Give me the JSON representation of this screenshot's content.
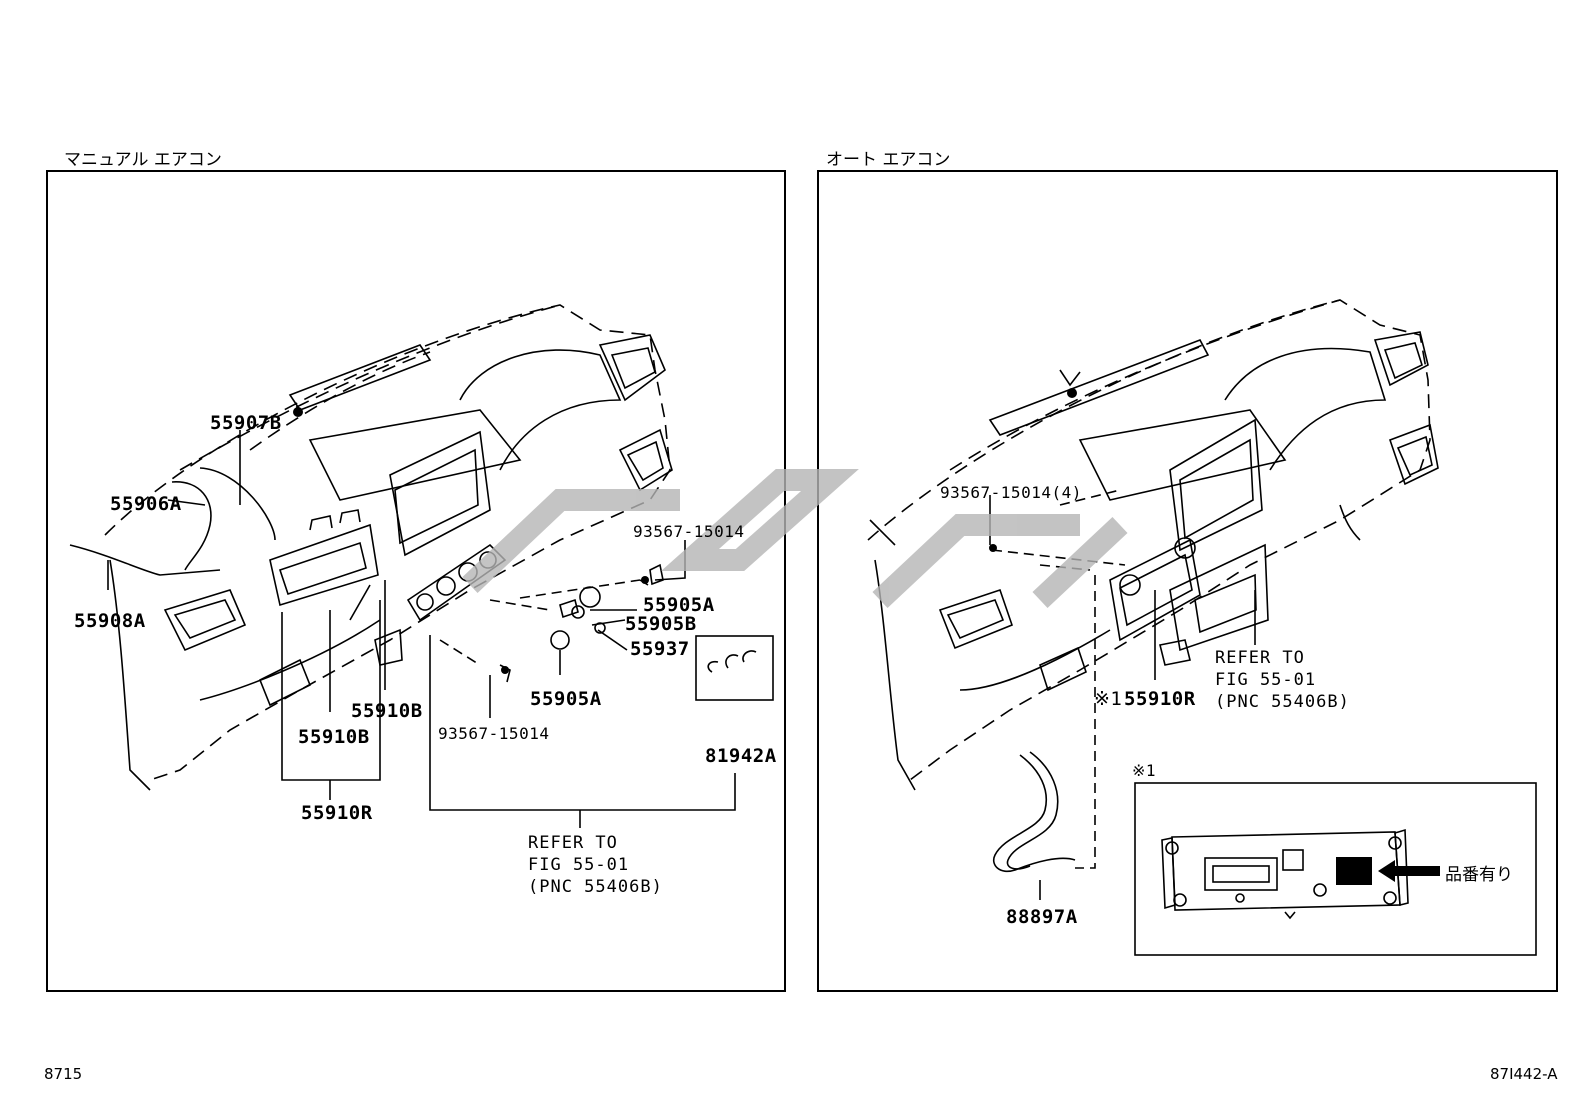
{
  "panels": {
    "manual": {
      "title": "マニュアル エアコン",
      "labels": {
        "p55907B": "55907B",
        "p55906A": "55906A",
        "p55908A": "55908A",
        "p93567_top": "93567-15014",
        "p55905A_a": "55905A",
        "p55905B": "55905B",
        "p55937": "55937",
        "p55905A_b": "55905A",
        "p55910B_a": "55910B",
        "p55910B_b": "55910B",
        "p55910R": "55910R",
        "p93567_bottom": "93567-15014",
        "p81942A": "81942A"
      },
      "refer": [
        "REFER TO",
        "FIG 55-01",
        "(PNC 55406B)"
      ]
    },
    "auto": {
      "title": "オート エアコン",
      "labels": {
        "p93567_4": "93567-15014(4)",
        "note_mark": "※1",
        "p55910R": "55910R",
        "p88897A": "88897A",
        "inset_mark": "※1",
        "part_no_note": "品番有り"
      },
      "refer": [
        "REFER TO",
        "FIG 55-01",
        "(PNC 55406B)"
      ]
    }
  },
  "footer": {
    "left_code": "8715",
    "right_code": "87I442-A"
  },
  "colors": {
    "line": "#000000",
    "watermark": "#b5b5b5"
  }
}
